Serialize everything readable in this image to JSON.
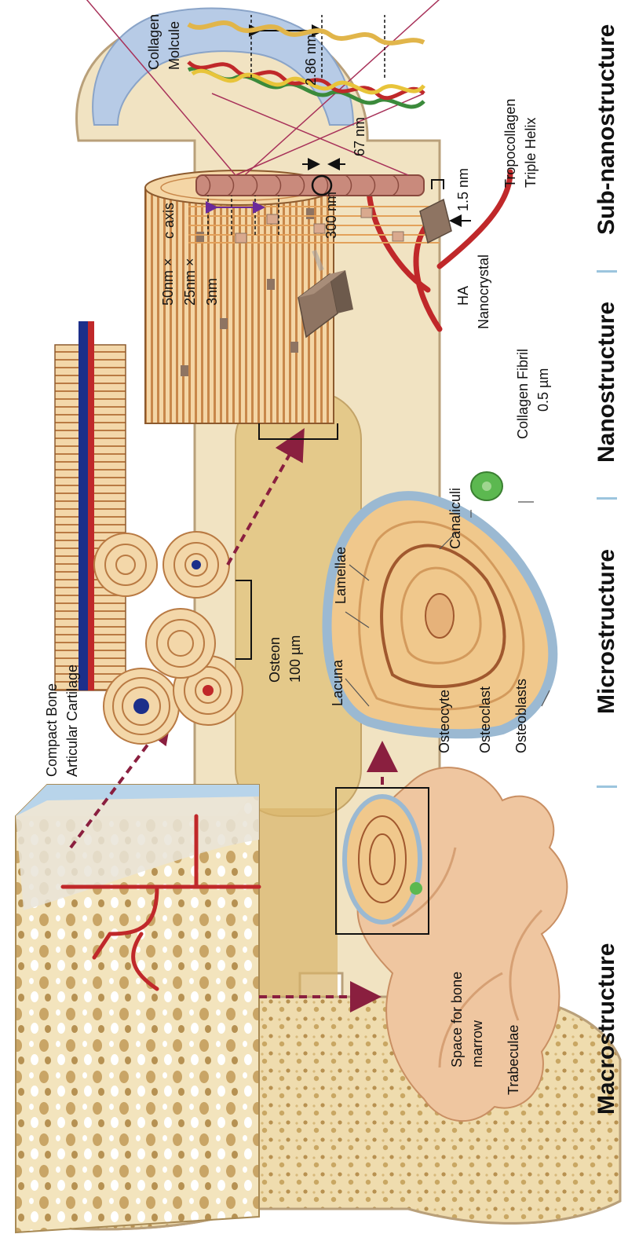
{
  "sections": [
    {
      "id": "macro",
      "label": "Macrostructure"
    },
    {
      "id": "micro",
      "label": "Microstructure"
    },
    {
      "id": "nano",
      "label": "Nanostructure"
    },
    {
      "id": "subnano",
      "label": "Sub-nanostructure"
    }
  ],
  "labels": {
    "compact_bone": "Compact Bone",
    "articular_cartilage": "Articular Cartilage",
    "space_for_marrow_1": "Space for bone",
    "space_for_marrow_2": "marrow",
    "trabeculae": "Trabeculae",
    "osteon_1": "Osteon",
    "osteon_2": "100 µm",
    "lacuna": "Lacuna",
    "lamellae": "Lamellae",
    "canaliculi": "Canaliculi",
    "osteocyte": "Osteocyte",
    "osteoclast": "Osteoclast",
    "osteoblasts": "Osteoblasts",
    "collagen_fibril_1": "Collagen Fibril",
    "collagen_fibril_2": "0.5 µm",
    "ha_1": "HA",
    "ha_2": "Nanocrystal",
    "crystal_dims_1": "50nm ×",
    "crystal_dims_2": "25nm ×",
    "crystal_dims_3": "3nm",
    "c_axis": "c axis",
    "spacing_300": "300 nm",
    "diameter_15": "1.5 nm",
    "tropocollagen_1": "Tropocollagen",
    "tropocollagen_2": "Triple Helix",
    "spacing_67": "67 nm",
    "spacing_286": "2.86 nm",
    "collagen_molecule_1": "Collagen",
    "collagen_molecule_2": "Molcule"
  },
  "colors": {
    "bone_cream": "#f0dcb0",
    "marrow_tan": "#e4c98a",
    "vessel_red": "#c0282a",
    "arrow_maroon": "#8a1f3f",
    "cartilage_blue": "#b7cbe6",
    "separator_blue": "#9cc5de",
    "fibril_orange": "#e3a15a",
    "crystal_brown": "#8e7462",
    "osteoclast_green": "#5cb850"
  }
}
